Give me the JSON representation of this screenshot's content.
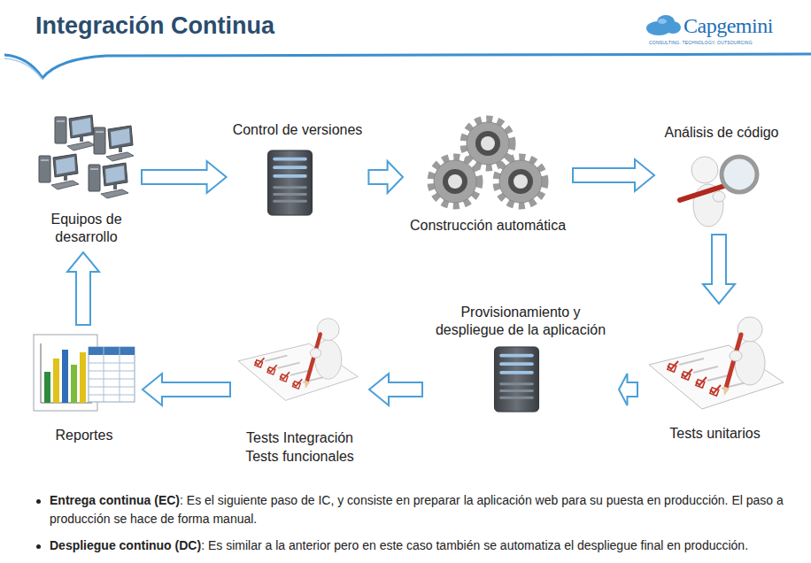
{
  "diagram": {
    "title": "Integración Continua",
    "nodes": [
      {
        "text": [
          "Equipos de desarrollo"
        ]
      },
      {
        "text": [
          "Control de versiones"
        ]
      },
      {
        "text": [
          "Construcción automática"
        ]
      },
      {
        "text": [
          "Análisis de código"
        ]
      },
      {
        "text": [
          "Tests unitarios"
        ]
      },
      {
        "text": [
          "Provisionamiento y despliegue de la aplicación"
        ]
      },
      {
        "text": [
          "Tests Integración",
          "Tests funcionales"
        ]
      },
      {
        "text": [
          "Reportes"
        ]
      }
    ],
    "edges": [
      {
        "from": 0,
        "to": 1,
        "arrow": "to"
      },
      {
        "from": 1,
        "to": 2,
        "arrow": "to"
      },
      {
        "from": 2,
        "to": 3,
        "arrow": "to"
      },
      {
        "from": 3,
        "to": 4,
        "arrow": "to"
      },
      {
        "from": 4,
        "to": 5,
        "arrow": "to"
      },
      {
        "from": 5,
        "to": 6,
        "arrow": "to"
      },
      {
        "from": 6,
        "to": 7,
        "arrow": "to"
      },
      {
        "from": 7,
        "to": 0,
        "arrow": "to"
      }
    ],
    "labels": [
      "Capgemini",
      "CONSULTING. TECHNOLOGY. OUTSOURCING",
      "Entrega continua (EC)",
      ": Es el siguiente paso de IC, y consiste en preparar la aplicación web para su puesta en producción. El paso a producción se hace de forma manual.",
      "Despliegue continuo (DC)",
      ": Es similar a la anterior pero en este caso también se automatiza el despliegue final en producción."
    ]
  }
}
